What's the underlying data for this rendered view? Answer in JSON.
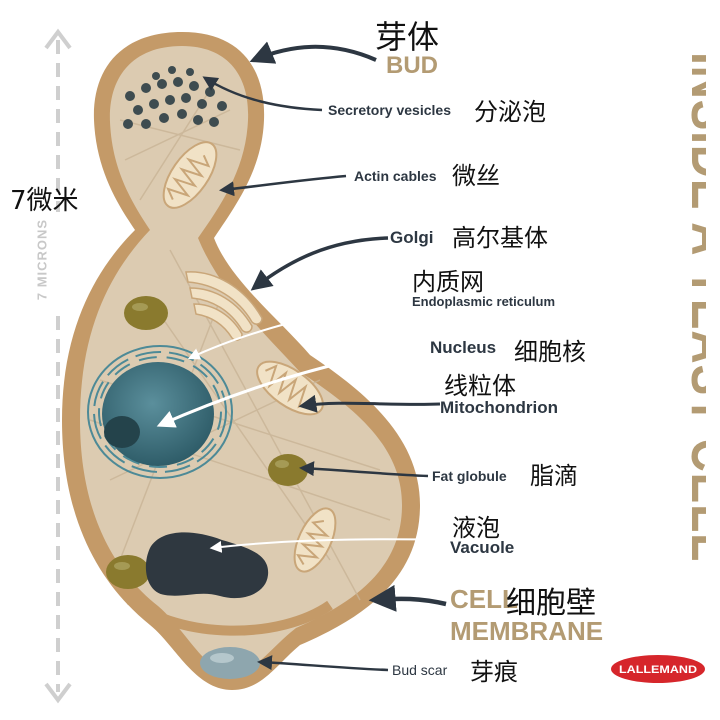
{
  "title": "INSIDE A YEAST CELL",
  "scale": {
    "label": "7 MICRONS",
    "zh": "7微米"
  },
  "labels": {
    "bud": {
      "zh": "芽体",
      "en": "BUD"
    },
    "secretory_vesicles": {
      "en": "Secretory vesicles",
      "zh": "分泌泡"
    },
    "actin_cables": {
      "en": "Actin cables",
      "zh": "微丝"
    },
    "golgi": {
      "en": "Golgi",
      "zh": "高尔基体"
    },
    "er": {
      "zh": "内质网",
      "en": "Endoplasmic reticulum"
    },
    "nucleus": {
      "en": "Nucleus",
      "zh": "细胞核"
    },
    "mitochondrion": {
      "zh": "线粒体",
      "en": "Mitochondrion"
    },
    "fat_globule": {
      "en": "Fat globule",
      "zh": "脂滴"
    },
    "vacuole": {
      "zh": "液泡",
      "en": "Vacuole"
    },
    "cell_membrane": {
      "en1": "CELL",
      "en2": "MEMBRANE",
      "zh": "细胞壁"
    },
    "bud_scar": {
      "en": "Bud scar",
      "zh": "芽痕"
    }
  },
  "brand": "LALLEMAND",
  "colors": {
    "wall": "#c49a68",
    "cytoplasm": "#dccbb1",
    "nucleus": "#3f7482",
    "vacuole": "#2f3840",
    "fat": "#8a7a2e",
    "title": "#b39b73",
    "brand_red": "#d6262b"
  }
}
